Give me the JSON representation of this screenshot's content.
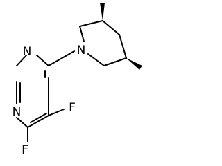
{
  "atoms": {
    "n_ring_top": "N",
    "n_ring_bottom": "N",
    "n_piperidine": "N",
    "f_upper": "F",
    "f_lower": "F"
  },
  "colors": {
    "bond": "#000000",
    "text": "#000000",
    "background": "#ffffff"
  }
}
